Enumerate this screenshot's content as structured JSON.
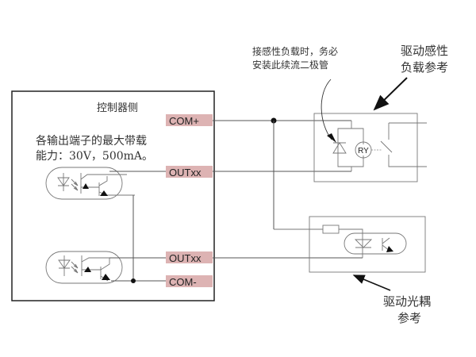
{
  "controller": {
    "title": "控制器侧",
    "note_line1": "各输出端子的最大带载",
    "note_line2": "能力：30V，500mA。"
  },
  "pins": [
    {
      "id": "com_plus",
      "label": "COM+"
    },
    {
      "id": "out_top",
      "label": "OUTxx"
    },
    {
      "id": "out_bottom",
      "label": "OUTxx"
    },
    {
      "id": "com_minus",
      "label": "COM-"
    }
  ],
  "relay": {
    "coil_label": "RY",
    "callout_line1": "驱动感性",
    "callout_line2": "负载参考"
  },
  "diode_note": {
    "line1": "接感性负载时，务必",
    "line2": "安装此续流二极管"
  },
  "optocoupler": {
    "callout_line1": "驱动光耦",
    "callout_line2": "参考"
  },
  "colors": {
    "pin_label_bg": "#ddb3b3",
    "line": "#555555",
    "box_border": "#222222"
  }
}
